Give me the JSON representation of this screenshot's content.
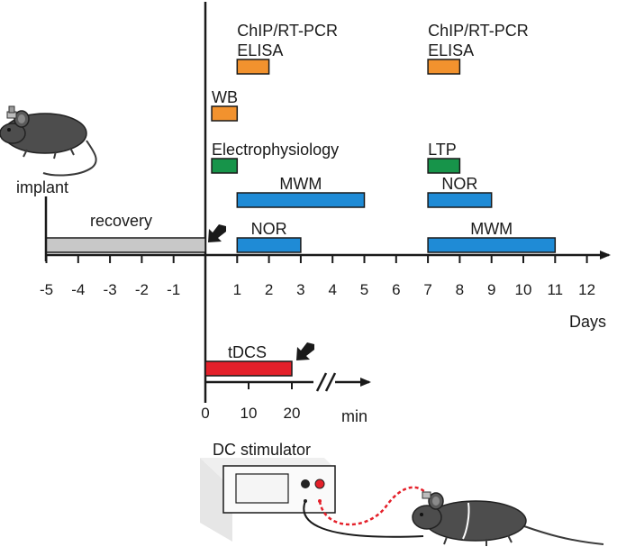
{
  "labels": {
    "implant": "implant",
    "recovery": "recovery",
    "days": "Days",
    "min": "min",
    "stimulator": "DC stimulator"
  },
  "colors": {
    "orange": "#f2922e",
    "green": "#17944a",
    "blue": "#1f8bd6",
    "red": "#e4202a",
    "gray": "#c8c8c8",
    "axis": "#1a1a1a"
  },
  "day_axis": {
    "ticks": [
      "-5",
      "-4",
      "-3",
      "-2",
      "-1",
      "1",
      "2",
      "3",
      "4",
      "5",
      "6",
      "7",
      "8",
      "9",
      "10",
      "11",
      "12"
    ]
  },
  "min_axis": {
    "ticks": [
      "0",
      "10",
      "20"
    ]
  },
  "bars": [
    {
      "label": "",
      "start": -5,
      "end": 0,
      "row": "recovery",
      "color": "gray"
    },
    {
      "label": "ChIP/RT-PCR\nELISA",
      "start": 1,
      "end": 2,
      "row": "elisa",
      "color": "orange"
    },
    {
      "label": "ChIP/RT-PCR\nELISA",
      "start": 7,
      "end": 8,
      "row": "elisa",
      "color": "orange"
    },
    {
      "label": "WB",
      "start": 0.2,
      "end": 1,
      "row": "wb",
      "color": "orange"
    },
    {
      "label": "Electrophysiology",
      "start": 0.2,
      "end": 1,
      "row": "ephys",
      "color": "green"
    },
    {
      "label": "LTP",
      "start": 7,
      "end": 8,
      "row": "ephys",
      "color": "green"
    },
    {
      "label": "MWM",
      "start": 1,
      "end": 5,
      "row": "mwm1",
      "color": "blue"
    },
    {
      "label": "NOR",
      "start": 7,
      "end": 9,
      "row": "mwm1",
      "color": "blue"
    },
    {
      "label": "NOR",
      "start": 1,
      "end": 3,
      "row": "nor1",
      "color": "blue"
    },
    {
      "label": "MWM",
      "start": 7,
      "end": 11,
      "row": "nor1",
      "color": "blue"
    }
  ],
  "tdcs": {
    "label": "tDCS",
    "start_min": 0,
    "end_min": 20
  }
}
